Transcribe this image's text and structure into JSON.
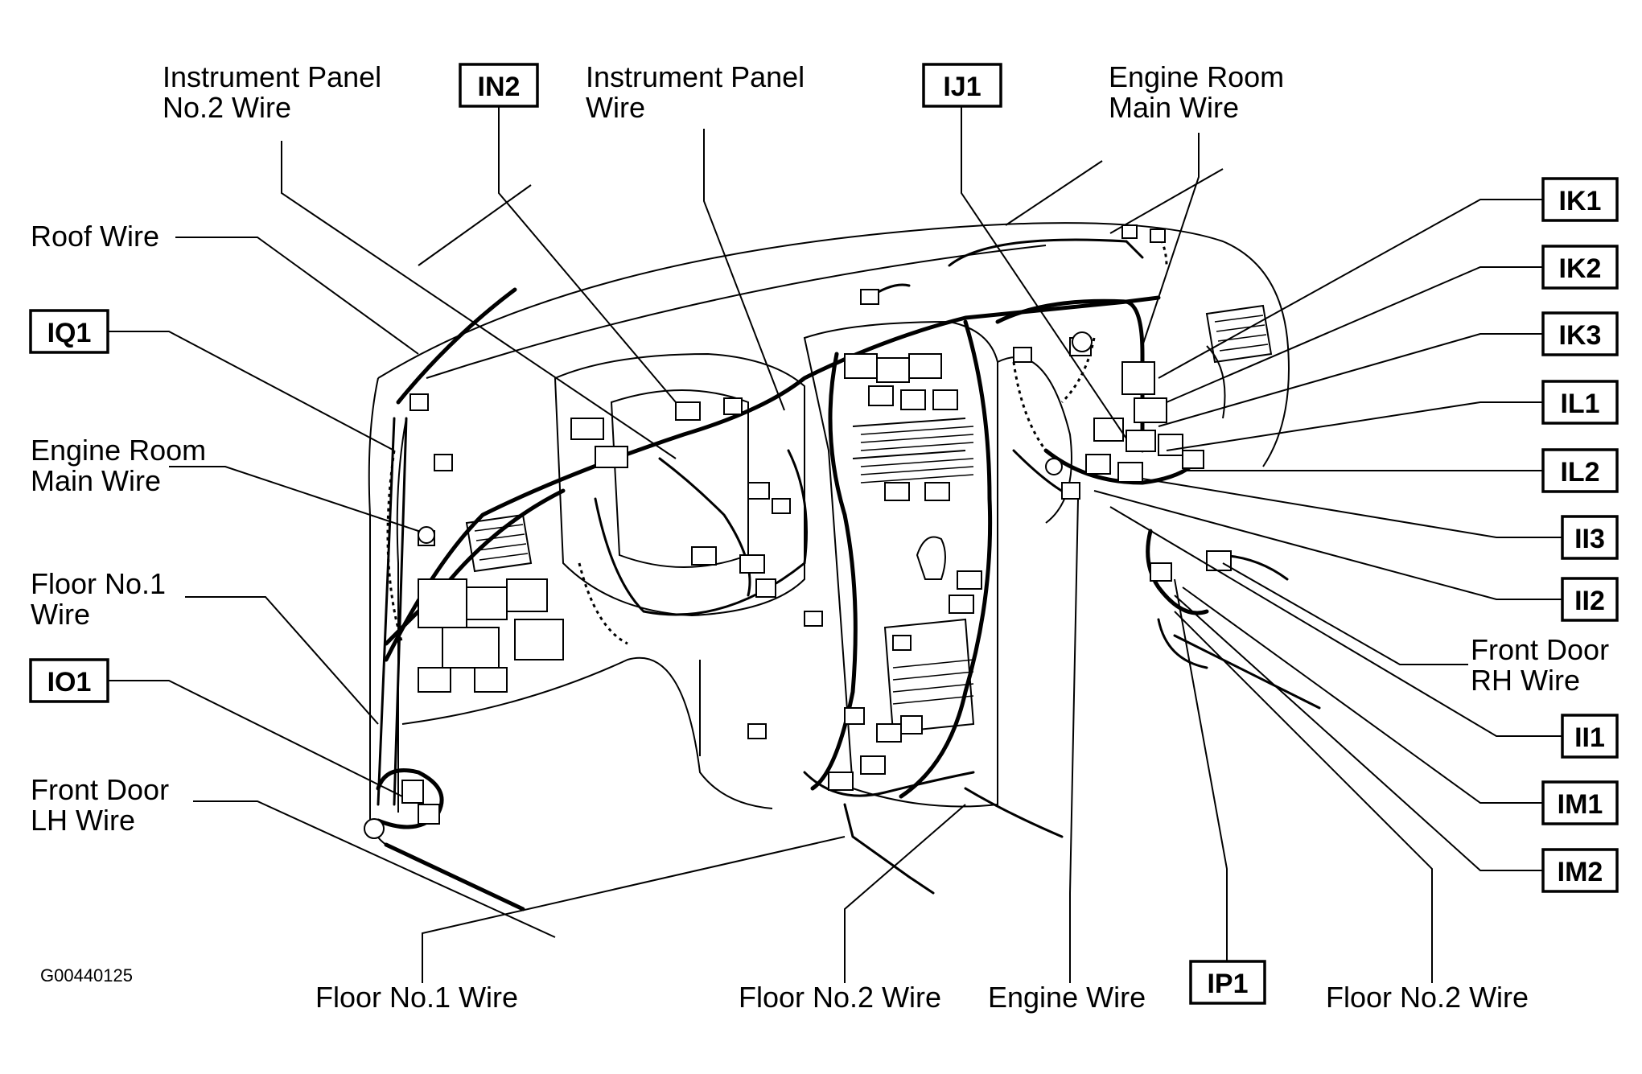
{
  "figure_id": "G00440125",
  "wire_labels": {
    "instrument_panel_no2": [
      "Instrument Panel",
      "No.2 Wire"
    ],
    "instrument_panel": [
      "Instrument Panel",
      "Wire"
    ],
    "engine_room_main_top": [
      "Engine Room",
      "Main Wire"
    ],
    "roof": [
      "Roof Wire"
    ],
    "engine_room_main_left": [
      "Engine Room",
      "Main Wire"
    ],
    "floor_no1_left": [
      "Floor No.1",
      "Wire"
    ],
    "front_door_lh": [
      "Front Door",
      "LH Wire"
    ],
    "front_door_rh": [
      "Front Door",
      "RH Wire"
    ],
    "floor_no1_bottom": [
      "Floor No.1 Wire"
    ],
    "floor_no2_bottom": [
      "Floor No.2 Wire"
    ],
    "engine_wire": [
      "Engine Wire"
    ],
    "floor_no2_right": [
      "Floor No.2 Wire"
    ]
  },
  "connector_codes": {
    "in2": "IN2",
    "ij1": "IJ1",
    "iq1": "IQ1",
    "io1": "IO1",
    "ip1": "IP1",
    "ik1": "IK1",
    "ik2": "IK2",
    "ik3": "IK3",
    "il1": "IL1",
    "il2": "IL2",
    "ii3": "II3",
    "ii2": "II2",
    "ii1": "II1",
    "im1": "IM1",
    "im2": "IM2"
  }
}
